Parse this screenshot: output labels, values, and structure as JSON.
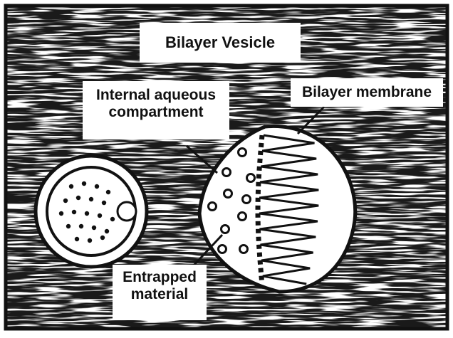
{
  "diagram": {
    "title": "Bilayer Vesicle",
    "labels": {
      "internal_line1": "Internal aqueous",
      "internal_line2": "compartment",
      "membrane": "Bilayer membrane",
      "entrapped_line1": "Entrapped",
      "entrapped_line2": "material"
    },
    "colors": {
      "background_texture": "#1a1a1a",
      "fill": "#ffffff",
      "ink": "#111111"
    }
  }
}
